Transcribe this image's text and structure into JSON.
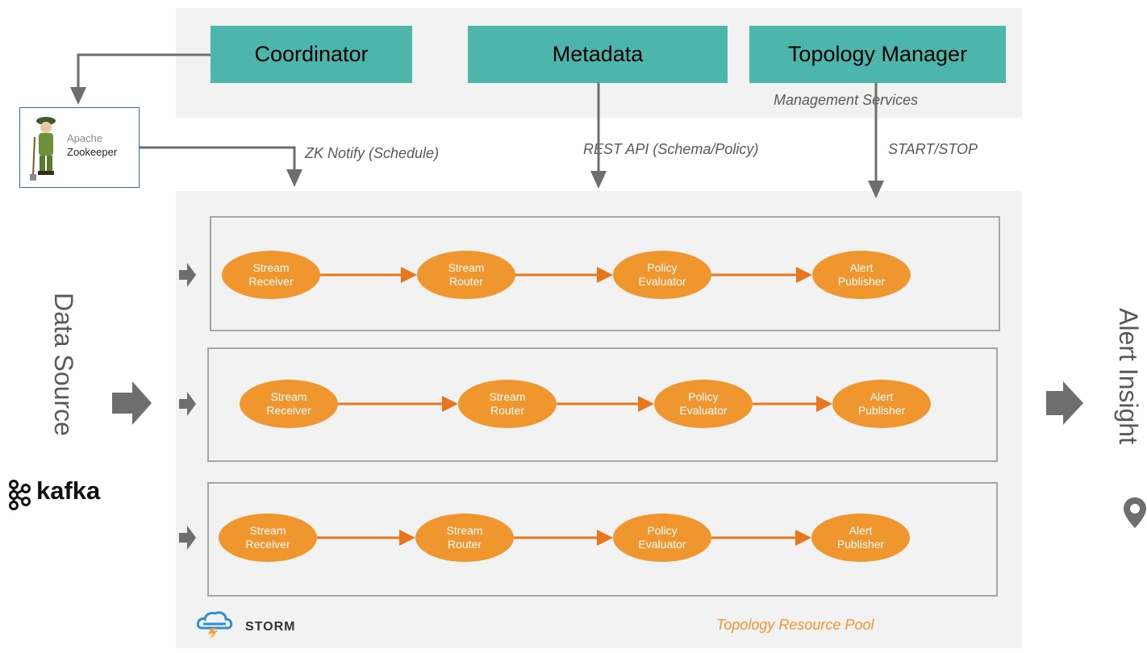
{
  "services": {
    "coordinator": "Coordinator",
    "metadata": "Metadata",
    "topology_manager": "Topology Manager"
  },
  "labels": {
    "management_services": "Management Services",
    "zk_notify": "ZK Notify (Schedule)",
    "rest_api": "REST API (Schema/Policy)",
    "start_stop": "START/STOP",
    "topology_pool": "Topology Resource Pool",
    "data_source": "Data Source",
    "alert_insight": "Alert Insight"
  },
  "logos": {
    "zookeeper_line1": "Apache",
    "zookeeper_line2": "Zookeeper",
    "kafka": "kafka",
    "storm": "STORM"
  },
  "pipelines": [
    {
      "nodes": [
        {
          "l1": "Stream",
          "l2": "Receiver"
        },
        {
          "l1": "Stream",
          "l2": "Router"
        },
        {
          "l1": "Policy",
          "l2": "Evaluator"
        },
        {
          "l1": "Alert",
          "l2": "Publisher"
        }
      ]
    },
    {
      "nodes": [
        {
          "l1": "Stream",
          "l2": "Receiver"
        },
        {
          "l1": "Stream",
          "l2": "Router"
        },
        {
          "l1": "Policy",
          "l2": "Evaluator"
        },
        {
          "l1": "Alert",
          "l2": "Publisher"
        }
      ]
    },
    {
      "nodes": [
        {
          "l1": "Stream",
          "l2": "Receiver"
        },
        {
          "l1": "Stream",
          "l2": "Router"
        },
        {
          "l1": "Policy",
          "l2": "Evaluator"
        },
        {
          "l1": "Alert",
          "l2": "Publisher"
        }
      ]
    }
  ],
  "colors": {
    "service_fill": "#4db6ac",
    "node_fill": "#f0962e",
    "flow_arrow": "#e8771b",
    "connector": "#6e6e6e",
    "pool_label": "#f0962e"
  }
}
